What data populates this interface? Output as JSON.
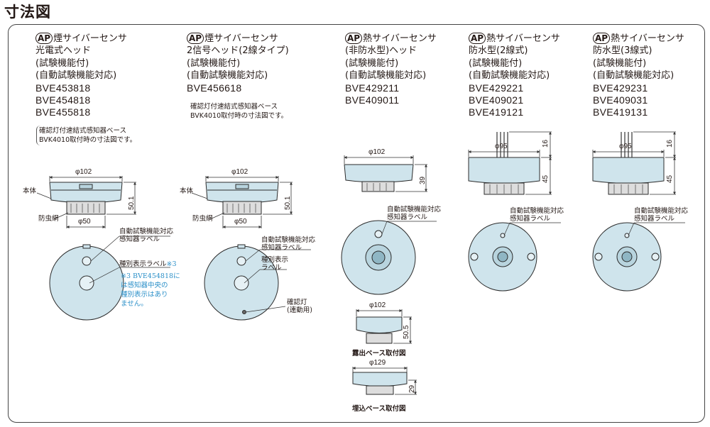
{
  "page_title": "寸法図",
  "columns": [
    {
      "badge": "AP",
      "lines": [
        "煙サイバーセンサ",
        "光電式ヘッド",
        "(試験機能付)",
        "(自動試験機能対応)"
      ],
      "models": [
        "BVE453818",
        "BVE454818",
        "BVE455818"
      ],
      "note": [
        "確認灯付速結式感知器ベース",
        "BVK4010取付時の寸法図です。"
      ]
    },
    {
      "badge": "AP",
      "lines": [
        "煙サイバーセンサ",
        "2信号ヘッド(2線タイプ)",
        "(試験機能付)",
        "(自動試験機能対応)"
      ],
      "models": [
        "BVE456618"
      ],
      "note": [
        "確認灯付速結式感知器ベース",
        "BVK4010取付時の寸法図です。"
      ]
    },
    {
      "badge": "AP",
      "lines": [
        "熱サイバーセンサ",
        "(非防水型)ヘッド",
        "(試験機能付)",
        "(自動試験機能対応)"
      ],
      "models": [
        "BVE429211",
        "BVE409011"
      ]
    },
    {
      "badge": "AP",
      "lines": [
        "熱サイバーセンサ",
        "防水型(2線式)",
        "(試験機能付)",
        "(自動試験機能対応)"
      ],
      "models": [
        "BVE429221",
        "BVE409021",
        "BVE419121"
      ]
    },
    {
      "badge": "AP",
      "lines": [
        "熱サイバーセンサ",
        "防水型(3線式)",
        "(試験機能付)",
        "(自動試験機能対応)"
      ],
      "models": [
        "BVE429231",
        "BVE409031",
        "BVE419131"
      ]
    }
  ],
  "labels": {
    "body": "本体",
    "mesh": "防虫網",
    "auto_test_1": "自動試験機能対応",
    "auto_test_2": "感知器ラベル",
    "type_label": "種別表示ラベル",
    "type_label_mark": "※3",
    "type_label_2a": "種別表示",
    "type_label_2b": "ラベル",
    "confirm_1": "確認灯",
    "confirm_2": "(連動用)",
    "footnote": [
      "※3 BVE454818に",
      "は感知器中央の",
      "種別表示はあり",
      "ません。"
    ],
    "exposed_base": "露出ベース取付図",
    "embedded_base": "埋込ベース取付図"
  },
  "dims": {
    "d102": "φ102",
    "d50": "φ50",
    "h50_1": "50.1",
    "d95": "φ95",
    "h39": "39",
    "h45": "45",
    "h16": "16",
    "h50_5": "50.5",
    "d129": "φ129",
    "h29": "29"
  },
  "colors": {
    "body_fill": "#cfe4ec",
    "body_stroke": "#2b2b2b",
    "note_cyan": "#2a8fc8"
  }
}
